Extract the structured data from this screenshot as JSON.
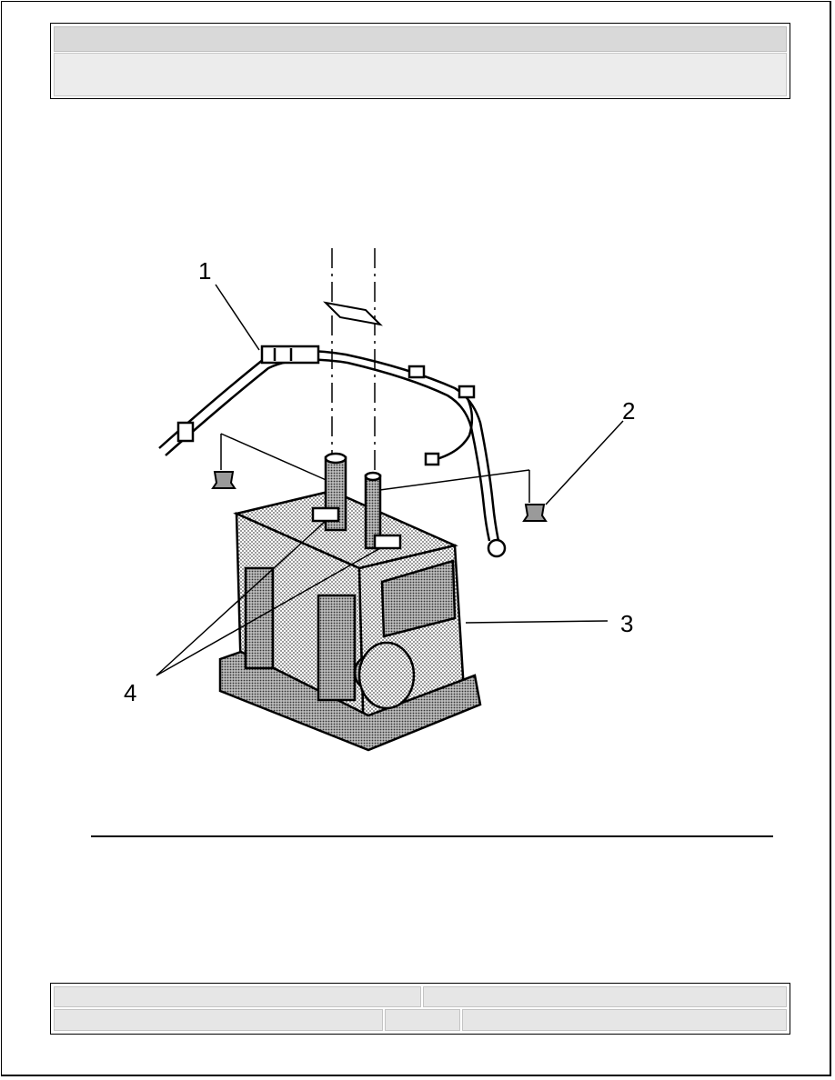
{
  "header": {
    "title_line": "",
    "subtitle_line": ""
  },
  "figure": {
    "callouts": [
      "1",
      "2",
      "3",
      "4"
    ]
  },
  "footer": {
    "left_top": "",
    "right_top": "",
    "left_bottom": "",
    "middle_bottom": "",
    "right_bottom": ""
  }
}
